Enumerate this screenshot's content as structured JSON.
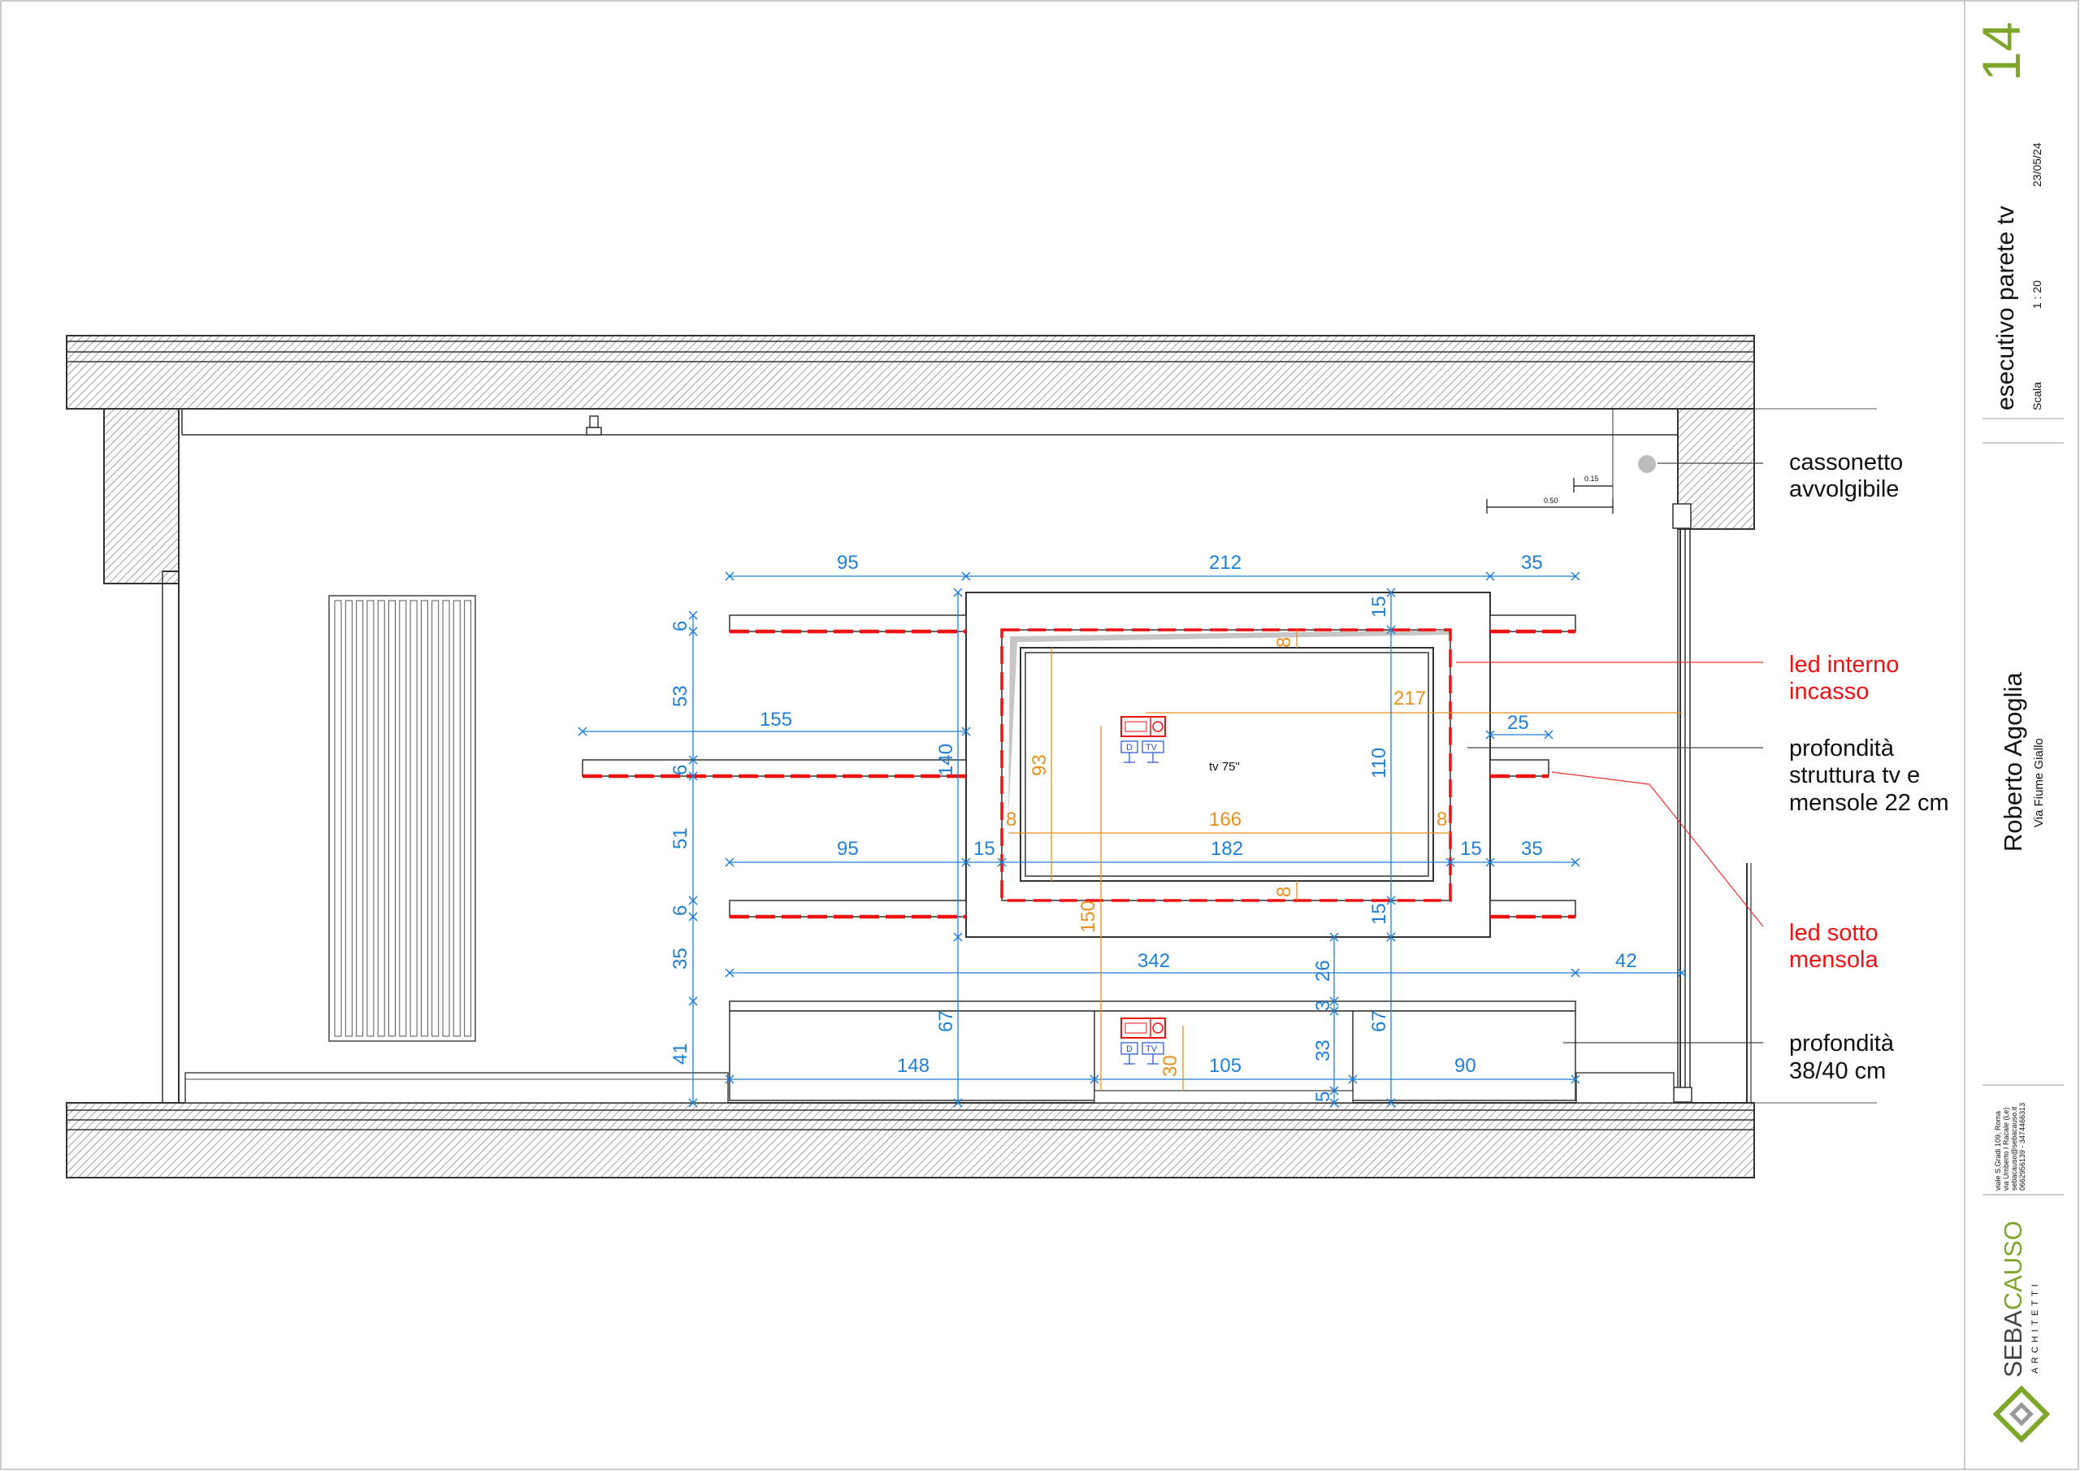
{
  "title_block": {
    "sheet_number": "14",
    "title": "esecutivo parete tv",
    "scale_label": "Scala",
    "scale_value": "1 : 20",
    "date": "23/05/24",
    "client": "Roberto Agoglia",
    "address": "Via Fiume Giallo",
    "office_address_1": "viale S.Gradi 109, Roma",
    "office_address_2": "via Umberto I Racale (Le)",
    "office_email": "sebacauso@sebacauso.it",
    "office_phone": "0662956139 - 3474466313",
    "firm_name_part1": "SEBA",
    "firm_name_part2": "CAUSO",
    "firm_subtitle": "ARCHITETTI"
  },
  "annotations": {
    "cassonetto_1": "cassonetto",
    "cassonetto_2": "avvolgibile",
    "led_interno_1": "led  interno",
    "led_interno_2": "incasso",
    "profondita_tv_1": "profondità",
    "profondita_tv_2": "struttura tv  e",
    "profondita_tv_3": "mensole 22 cm",
    "led_sotto_1": "led sotto",
    "led_sotto_2": "mensola",
    "profondita_base_1": "profondità",
    "profondita_base_2": "38/40 cm",
    "tv_label": "tv 75\"",
    "socket_d": "D",
    "socket_tv": "TV"
  },
  "dimensions_blue": {
    "top_95": "95",
    "top_212": "212",
    "top_35": "35",
    "v_6a": "6",
    "v_53": "53",
    "v_6b": "6",
    "v_51": "51",
    "v_6c": "6",
    "v_35": "35",
    "v_41": "41",
    "h_155": "155",
    "h_25": "25",
    "mid_95": "95",
    "mid_15a": "15",
    "mid_182": "182",
    "mid_15b": "15",
    "mid_35": "35",
    "v_140": "140",
    "v_110": "110",
    "v_15a": "15",
    "v_15b": "15",
    "h_342": "342",
    "h_42": "42",
    "v_26": "26",
    "v_67a": "67",
    "v_67b": "67",
    "v_3": "3",
    "v_33": "33",
    "v_5": "5",
    "bot_148": "148",
    "bot_105": "105",
    "bot_90": "90",
    "win_050": "0.50",
    "win_015": "0.15"
  },
  "dimensions_orange": {
    "d_8_top": "8",
    "d_217": "217",
    "d_93": "93",
    "d_8_left": "8",
    "d_166": "166",
    "d_8_right": "8",
    "d_8_bottom": "8",
    "d_150": "150",
    "d_30": "30"
  },
  "colors": {
    "dimension": "#1f7fd6",
    "dimension_alt": "#e8901e",
    "led": "#ee1111",
    "structure": "#3a3a3a",
    "hatch": "#7a7a7a",
    "firm_green": "#7ea62b"
  }
}
